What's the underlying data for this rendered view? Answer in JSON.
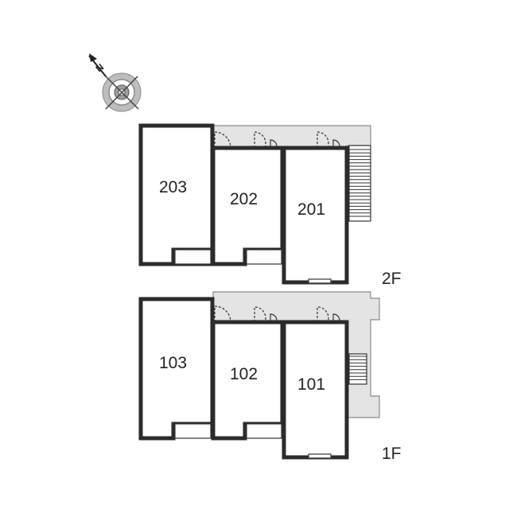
{
  "compass": {
    "north_label": "N",
    "icon": "compass-rose-icon"
  },
  "floors": [
    {
      "label": "2F",
      "rooms": [
        "203",
        "202",
        "201"
      ]
    },
    {
      "label": "1F",
      "rooms": [
        "103",
        "102",
        "101"
      ]
    }
  ],
  "colors": {
    "wall": "#2b2b2b",
    "corridor": "#e4e4e4",
    "background": "#ffffff"
  }
}
